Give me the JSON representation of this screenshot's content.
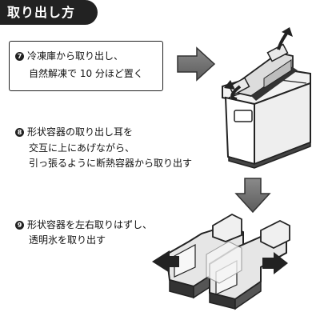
{
  "title": "取り出し方",
  "steps": [
    {
      "number": "7",
      "lines": [
        "冷凍庫から取り出し、",
        "自然解凍で 10 分ほど置く"
      ]
    },
    {
      "number": "8",
      "lines": [
        "形状容器の取り出し耳を",
        "交互に上にあげながら、",
        "引っ張るように断熱容器から取り出す"
      ]
    },
    {
      "number": "9",
      "lines": [
        "形状容器を左右取りはずし、",
        "透明氷を取り出す"
      ]
    }
  ],
  "icons": [
    "right-arrow-icon",
    "down-arrow-icon",
    "curved-up-arrow-icon",
    "curved-down-arrow-icon",
    "left-arrow-icon",
    "right-small-arrow-icon"
  ]
}
